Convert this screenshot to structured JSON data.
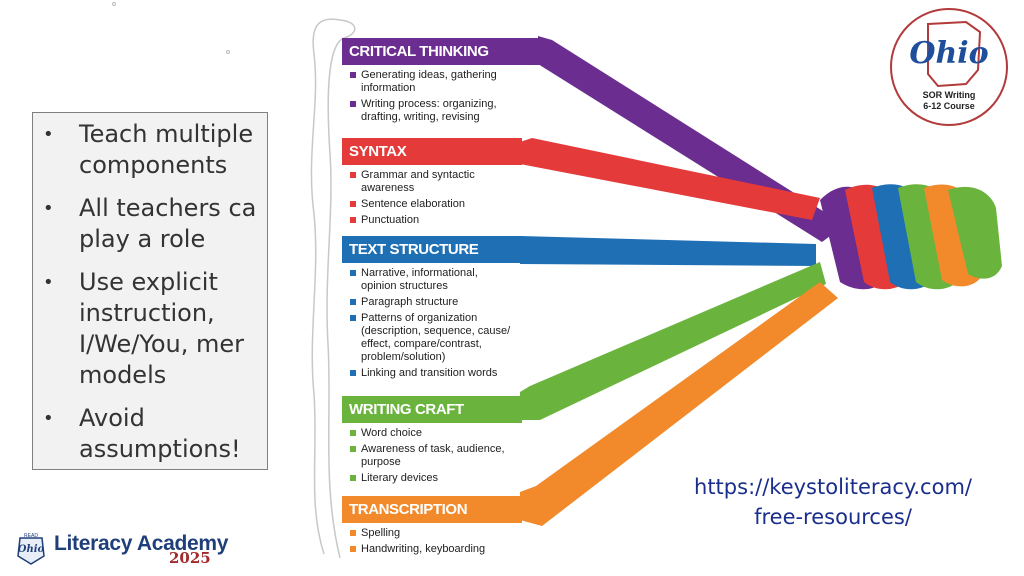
{
  "bullets": [
    "Teach multiple\ncomponents",
    "All teachers ca\nplay a role",
    "Use explicit\ninstruction,\nI/We/You, mer\nmodels",
    "Avoid\nassumptions!"
  ],
  "bullet_glyph": "•",
  "categories": [
    {
      "title": "CRITICAL THINKING",
      "color": "#6b2d8f",
      "items": [
        "Generating ideas, gathering\ninformation",
        "Writing process: organizing,\ndrafting, writing, revising"
      ]
    },
    {
      "title": "SYNTAX",
      "color": "#e53a3a",
      "items": [
        "Grammar and syntactic\nawareness",
        "Sentence elaboration",
        "Punctuation"
      ]
    },
    {
      "title": "TEXT STRUCTURE",
      "color": "#1f6fb5",
      "items": [
        "Narrative, informational,\nopinion structures",
        "Paragraph structure",
        "Patterns of organization\n(description, sequence, cause/\neffect, compare/contrast,\nproblem/solution)",
        "Linking and transition words"
      ]
    },
    {
      "title": "WRITING CRAFT",
      "color": "#6ab43e",
      "items": [
        "Word choice",
        "Awareness of task, audience,\npurpose",
        "Literary devices"
      ]
    },
    {
      "title": "TRANSCRIPTION",
      "color": "#f28a2b",
      "items": [
        "Spelling",
        "Handwriting, keyboarding"
      ]
    }
  ],
  "ohio_badge": {
    "word": "Ohio",
    "caption": "SOR Writing\n6-12 Course",
    "border_color": "#b23a3a"
  },
  "resource_link": "https://keystoliteracy.com/\nfree-resources/",
  "footer_logo": {
    "title": "Literacy Academy",
    "year": "2025",
    "seal_top": "READ",
    "seal_word": "Ohio"
  }
}
